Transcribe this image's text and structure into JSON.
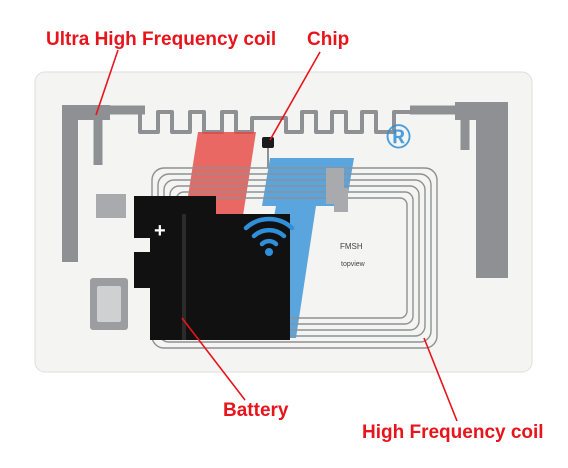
{
  "callouts": {
    "uhf": "Ultra High Frequency coil",
    "chip": "Chip",
    "battery": "Battery",
    "hf": "High Frequency coil"
  },
  "chip_markings": {
    "brand": "FMSH",
    "sub": "topview"
  },
  "battery_polarity": "+",
  "registered_mark": "®",
  "colors": {
    "callout": "#e8141c",
    "card": "#f4f4f2",
    "antenna": "#8e9093",
    "battery": "#111111",
    "logo_red": "#e8413c",
    "logo_blue": "#2f8fd8"
  }
}
